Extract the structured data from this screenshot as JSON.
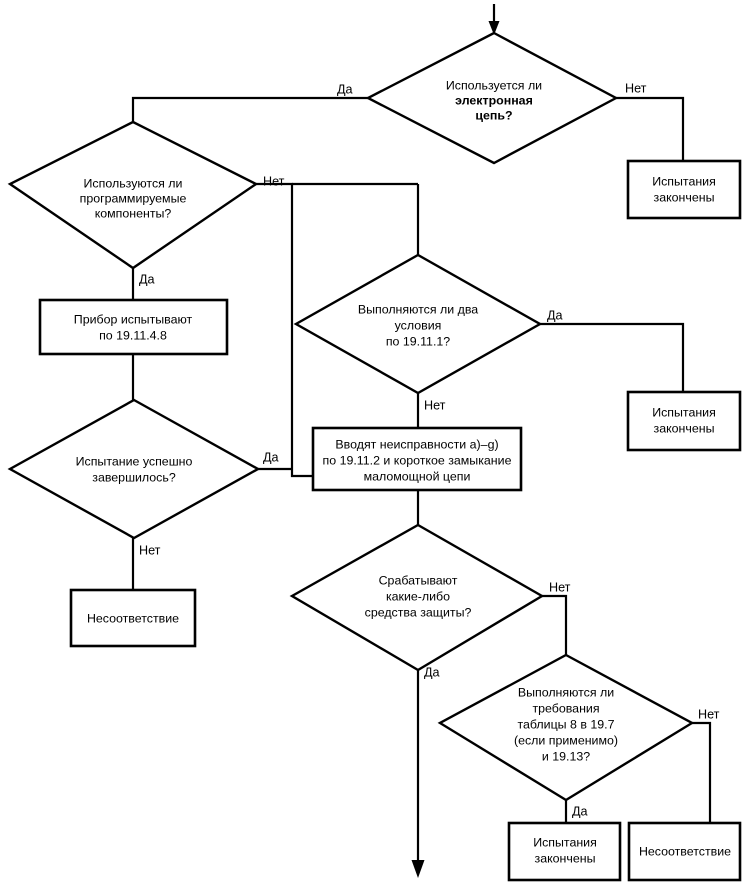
{
  "diagram": {
    "title": "Flowchart for electronic circuit testing (19.11)",
    "language": "ru",
    "background_color": "#ffffff",
    "line_color": "#000000",
    "nodes": {
      "start_arrow": {
        "name": "entry-arrow",
        "type": "arrow"
      },
      "d1": {
        "type": "decision",
        "lines": [
          "Используется ли",
          "электронная",
          "цепь?"
        ],
        "bold_lines": [
          false,
          true,
          true
        ]
      },
      "b1": {
        "type": "process",
        "lines": [
          "Испытания",
          "закончены"
        ]
      },
      "d2": {
        "type": "decision",
        "lines": [
          "Используются ли",
          "программируемые",
          "компоненты?"
        ]
      },
      "b2": {
        "type": "process",
        "lines": [
          "Прибор испытывают",
          "по 19.11.4.8"
        ]
      },
      "d3": {
        "type": "decision",
        "lines": [
          "Испытание успешно",
          "завершилось?"
        ]
      },
      "b3": {
        "type": "process",
        "lines": [
          "Несоответствие"
        ]
      },
      "d4": {
        "type": "decision",
        "lines": [
          "Выполняются ли два",
          "условия",
          "по 19.11.1?"
        ]
      },
      "b4": {
        "type": "process",
        "lines": [
          "Испытания",
          "закончены"
        ]
      },
      "b5": {
        "type": "process",
        "lines": [
          "Вводят неисправности a)–g)",
          "по 19.11.2 и короткое замыкание",
          "маломощной цепи"
        ]
      },
      "d5": {
        "type": "decision",
        "lines": [
          "Срабатывают",
          "какие-либо",
          "средства защиты?"
        ]
      },
      "d6": {
        "type": "decision",
        "lines": [
          "Выполняются ли",
          "требования",
          "таблицы 8 в 19.7",
          "(если применимо)",
          "и 19.13?"
        ]
      },
      "b6": {
        "type": "process",
        "lines": [
          "Испытания",
          "закончены"
        ]
      },
      "b7": {
        "type": "process",
        "lines": [
          "Несоответствие"
        ]
      }
    },
    "edge_labels": {
      "d1_yes": "Да",
      "d1_no": "Нет",
      "d2_yes": "Да",
      "d2_no": "Нет",
      "d3_yes": "Да",
      "d3_no": "Нет",
      "d4_yes": "Да",
      "d4_no": "Нет",
      "d5_yes": "Да",
      "d5_no": "Нет",
      "d6_yes": "Да",
      "d6_no": "Нет"
    }
  }
}
